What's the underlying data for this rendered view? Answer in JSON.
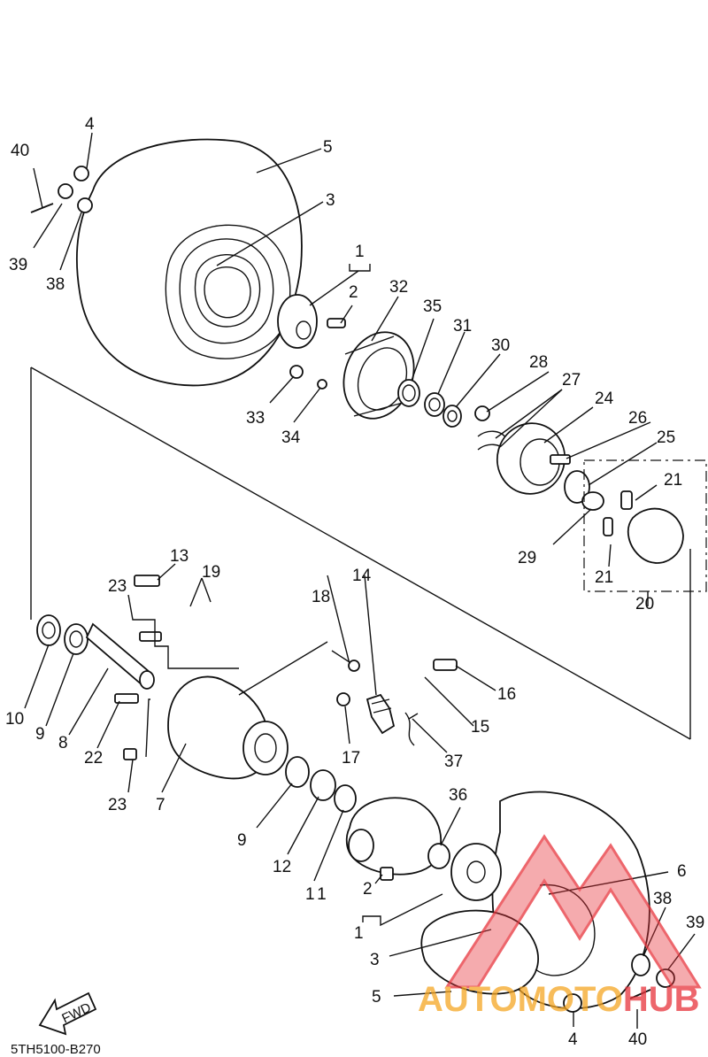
{
  "diagram_code": "5TH5100-B270",
  "fwd_label": "FWD",
  "watermark": {
    "part1": "AUTOMOTO",
    "part2": "HUB",
    "color_red": "#e8333b",
    "color_orange": "#f5a623"
  },
  "callouts": {
    "c40a": "40",
    "c4a": "4",
    "c5a": "5",
    "c3a": "3",
    "c39a": "39",
    "c38a": "38",
    "c1a": "1",
    "c2a": "2",
    "c32": "32",
    "c35": "35",
    "c31": "31",
    "c30": "30",
    "c28": "28",
    "c27": "27",
    "c24": "24",
    "c26": "26",
    "c25": "25",
    "c33": "33",
    "c34": "34",
    "c21a": "21",
    "c21b": "21",
    "c29": "29",
    "c20": "20",
    "c13": "13",
    "c19": "19",
    "c23a": "23",
    "c18": "18",
    "c14": "14",
    "c16": "16",
    "c15": "15",
    "c17": "17",
    "c37": "37",
    "c10": "10",
    "c9a": "9",
    "c8": "8",
    "c22": "22",
    "c23b": "23",
    "c7": "7",
    "c9b": "9",
    "c12": "12",
    "c11": "11",
    "c36": "36",
    "c2b": "2",
    "c1b": "1",
    "c6": "6",
    "c38b": "38",
    "c39b": "39",
    "c3b": "3",
    "c5b": "5",
    "c4b": "4",
    "c40b": "40"
  }
}
